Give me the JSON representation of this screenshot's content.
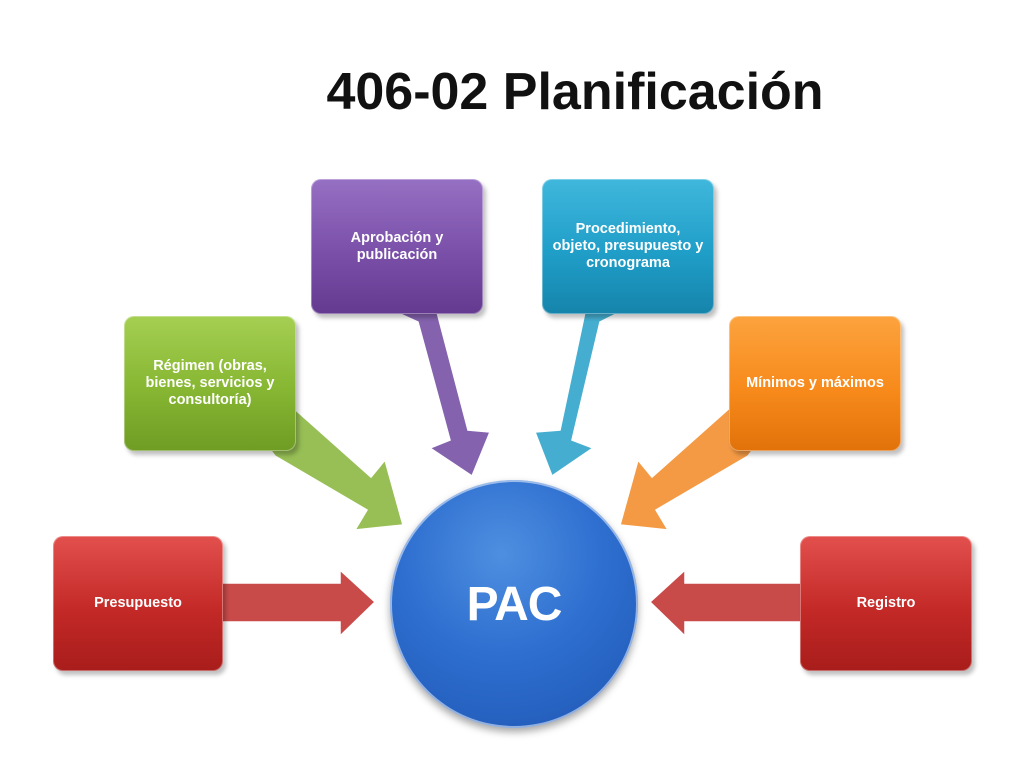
{
  "title": "406-02 Planificación",
  "center": {
    "label": "PAC",
    "color": "#2e6fd0"
  },
  "nodes": [
    {
      "id": "presupuesto",
      "label": "Presupuesto",
      "color": "#c32927"
    },
    {
      "id": "regimen",
      "label": "Régimen (obras, bienes, servicios y consultoría)",
      "color": "#86b632"
    },
    {
      "id": "aprobacion",
      "label": "Aprobación y publicación",
      "color": "#7a4fa8"
    },
    {
      "id": "procedimiento",
      "label": "Procedimiento, objeto, presupuesto y cronograma",
      "color": "#1f9ec8"
    },
    {
      "id": "minimos",
      "label": "Mínimos y máximos",
      "color": "#f78a1b"
    },
    {
      "id": "registro",
      "label": "Registro",
      "color": "#c32927"
    }
  ]
}
